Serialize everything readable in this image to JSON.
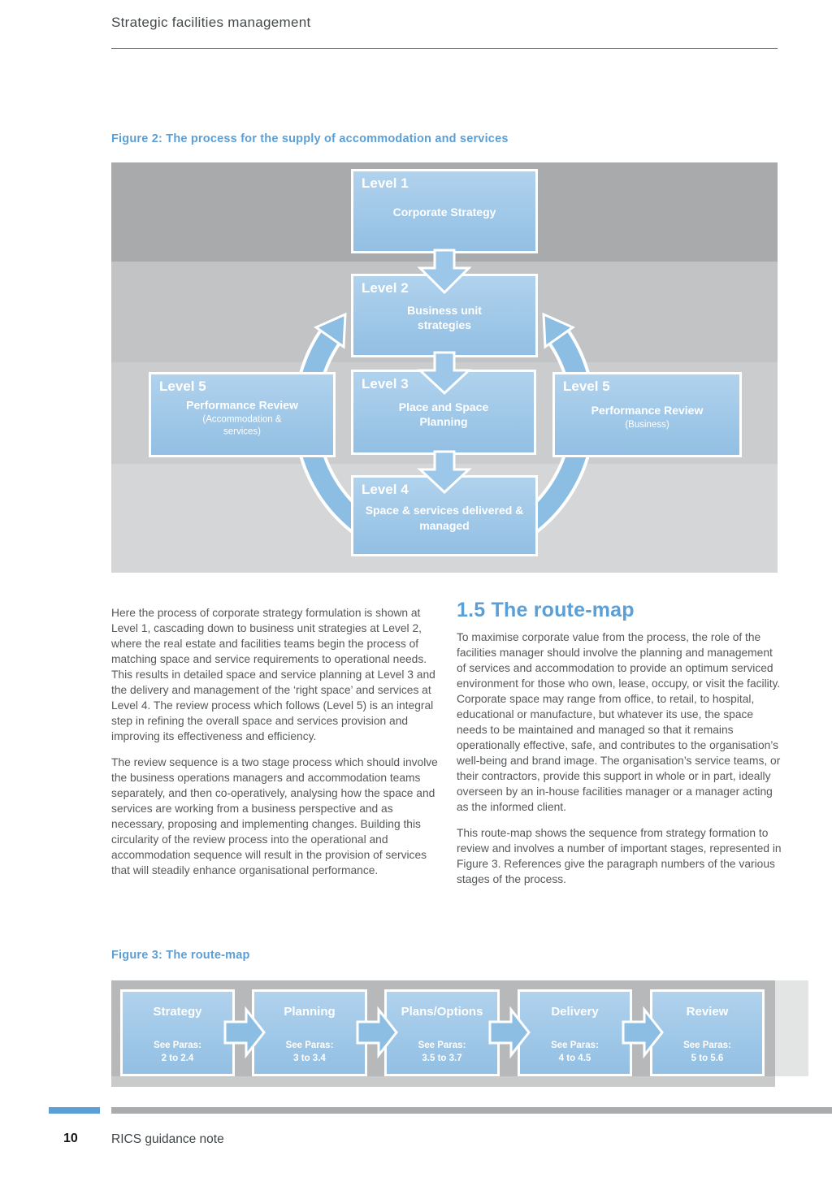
{
  "colors": {
    "accent_blue": "#5b9fd6",
    "box_blue": "#a5cbe9",
    "arrow_blue": "#8cbde3",
    "band_dark": "#a8aaac",
    "band_mid": "#c1c3c4",
    "band_light": "#cacccd",
    "band_lighter": "#d5d6d7",
    "figure3_band": "#b6b8b9",
    "footer_gray": "#a9abac",
    "body_text": "#55585a"
  },
  "header": {
    "title": "Strategic facilities management"
  },
  "figure2": {
    "caption": "Figure 2: The process for the supply of accommodation and services",
    "boxes": [
      {
        "level": "Level 1",
        "title": "Corporate Strategy",
        "subtitle": ""
      },
      {
        "level": "Level 2",
        "title": "Business unit strategies",
        "subtitle": ""
      },
      {
        "level": "Level 3",
        "title": "Place and Space Planning",
        "subtitle": ""
      },
      {
        "level": "Level 4",
        "title": "Space & services delivered & managed",
        "subtitle": ""
      },
      {
        "level": "Level 5",
        "title": "Performance Review",
        "subtitle": "(Accommodation & services)"
      },
      {
        "level": "Level 5",
        "title": "Performance Review",
        "subtitle": "(Business)"
      }
    ]
  },
  "body": {
    "col1_p1": "Here the process of corporate strategy formulation is shown at Level 1, cascading down to business unit strategies at Level 2, where the real estate and facilities teams begin the process of matching space and service requirements to operational needs. This results in detailed space and service planning at Level 3 and the delivery and management of the ‘right space’ and services at Level 4. The review process which follows (Level 5) is an integral step in refining the overall space and services provision and improving its effectiveness and efficiency.",
    "col1_p2": "The review sequence is a two stage process which should involve the business operations managers and accommodation teams separately, and then co-operatively, analysing how the space and services are working from a business perspective and as necessary, proposing and implementing changes. Building this circularity of the review process into the operational and accommodation sequence will result in the provision of services that will steadily enhance organisational performance.",
    "col2_heading": "1.5 The route-map",
    "col2_p1": "To maximise corporate value from the process, the role of the facilities manager should involve the planning and management of services and accommodation to provide an optimum serviced environment for those who own, lease, occupy, or visit the facility. Corporate space may range from office, to retail, to hospital, educational or manufacture, but whatever its use, the space needs to be maintained and managed so that it remains operationally effective, safe, and contributes to the organisation’s well-being and brand image. The organisation’s service teams, or their contractors, provide this support in whole or in part, ideally overseen by an in-house facilities manager or a manager acting as the informed client.",
    "col2_p2": "This route-map shows the sequence from strategy formation to review and involves a number of important stages, represented in Figure 3. References give the paragraph numbers of the various stages of the process."
  },
  "figure3": {
    "caption": "Figure 3: The route-map",
    "see_label": "See Paras:",
    "boxes": [
      {
        "title": "Strategy",
        "range": "2 to 2.4"
      },
      {
        "title": "Planning",
        "range": "3 to 3.4"
      },
      {
        "title": "Plans/Options",
        "range": "3.5 to 3.7"
      },
      {
        "title": "Delivery",
        "range": "4 to 4.5"
      },
      {
        "title": "Review",
        "range": "5 to 5.6"
      }
    ]
  },
  "footer": {
    "page_number": "10",
    "text": "RICS guidance note"
  }
}
